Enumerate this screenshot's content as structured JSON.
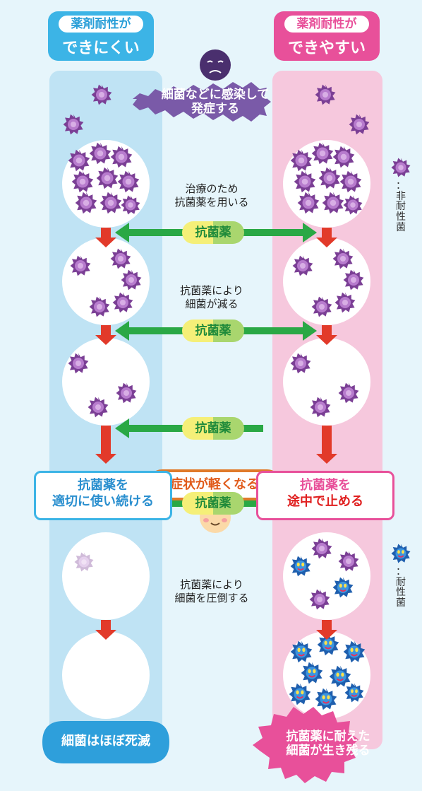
{
  "left_header": {
    "line1": "薬剤耐性が",
    "line2": "できにくい"
  },
  "right_header": {
    "line1": "薬剤耐性が",
    "line2": "できやすい"
  },
  "infection_banner": {
    "line1": "細菌などに感染して",
    "line2": "発症する"
  },
  "steps": [
    {
      "caption1": "治療のため",
      "caption2": "抗菌薬を用いる",
      "pill": "抗菌薬"
    },
    {
      "caption1": "抗菌薬により",
      "caption2": "細菌が減る",
      "pill": "抗菌薬"
    },
    {
      "pill": "抗菌薬"
    },
    {
      "caption1": "抗菌薬により",
      "caption2": "細菌を圧倒する",
      "pill": "抗菌薬"
    }
  ],
  "symptom_bubble": "症状が軽くなる",
  "left_action": {
    "line1": "抗菌薬を",
    "line2": "適切に使い続ける"
  },
  "right_action": {
    "line1": "抗菌薬を",
    "line2": "途中で止める"
  },
  "legend_nonresistant": "：非耐性菌",
  "legend_resistant": "：耐性菌",
  "left_result": "細菌はほぼ死滅",
  "right_result": {
    "line1": "抗菌薬に耐えた",
    "line2": "細菌が生き残る"
  },
  "colors": {
    "left_accent": "#3cb4e6",
    "right_accent": "#e8509a",
    "bacteria": "#a45cb8",
    "resistant": "#2a82d6",
    "arrow_green": "#2aa845",
    "arrow_red": "#e23a2a",
    "banner_purple": "#7a5aa8"
  }
}
